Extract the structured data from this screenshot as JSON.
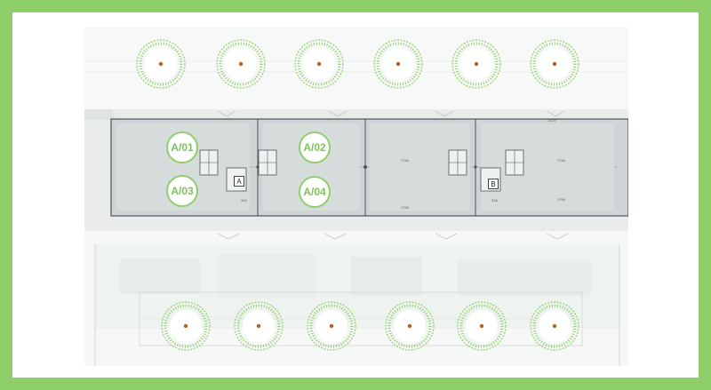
{
  "units": [
    {
      "label": "A/01"
    },
    {
      "label": "A/02"
    },
    {
      "label": "A/03"
    },
    {
      "label": "A/04"
    }
  ],
  "cores": [
    {
      "label": "A"
    },
    {
      "label": "B"
    }
  ],
  "dimensions": {
    "top_right": "2127",
    "mid_a": "1794",
    "mid_b": "1794",
    "bottom_a": "1794",
    "bottom_b": "1794",
    "core_a": "316",
    "core_b": "316"
  },
  "colors": {
    "frame": "#8fcf6a",
    "badge_text": "#7cc35a",
    "tree": "#8fcf6a",
    "trunk": "#b5601e",
    "plan_outline": "#4d5357"
  }
}
